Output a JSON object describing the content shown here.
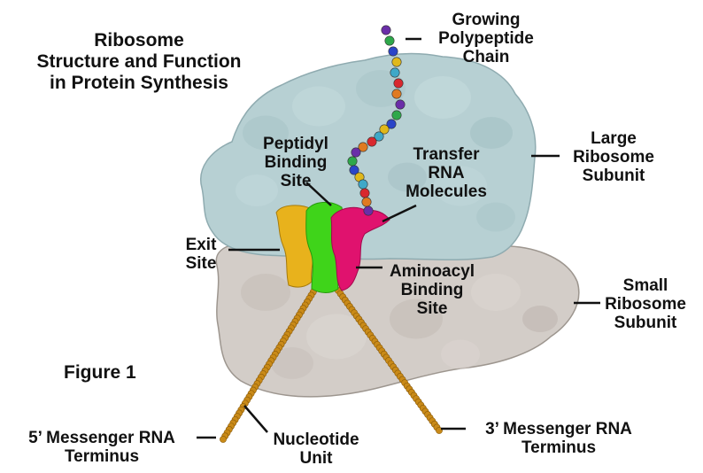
{
  "title": [
    "Ribosome",
    "Structure and Function",
    "in Protein Synthesis"
  ],
  "figure_label": "Figure 1",
  "labels": {
    "growing_chain": [
      "Growing",
      "Polypeptide",
      "Chain"
    ],
    "peptidyl_site": [
      "Peptidyl",
      "Binding",
      "Site"
    ],
    "transfer_rna": [
      "Transfer",
      "RNA",
      "Molecules"
    ],
    "large_subunit": [
      "Large",
      "Ribosome",
      "Subunit"
    ],
    "exit_site": [
      "Exit",
      "Site"
    ],
    "aminoacyl_site": [
      "Aminoacyl",
      "Binding",
      "Site"
    ],
    "small_subunit": [
      "Small",
      "Ribosome",
      "Subunit"
    ],
    "five_prime": [
      "5’ Messenger RNA",
      "Terminus"
    ],
    "nucleotide": [
      "Nucleotide",
      "Unit"
    ],
    "three_prime": [
      "3’ Messenger RNA",
      "Terminus"
    ]
  },
  "colors": {
    "large_subunit": "#b7d0d3",
    "small_subunit": "#d3cdc8",
    "exit_trna": "#e8b21c",
    "peptidyl_trna": "#3fd41a",
    "aminoacyl_trna": "#e0126e",
    "mrna": "#c98a18",
    "chain": [
      "#6a2ea8",
      "#2ea84a",
      "#2a45c8",
      "#e0b81a",
      "#3fa8c8",
      "#d8282e",
      "#e07a20"
    ]
  }
}
